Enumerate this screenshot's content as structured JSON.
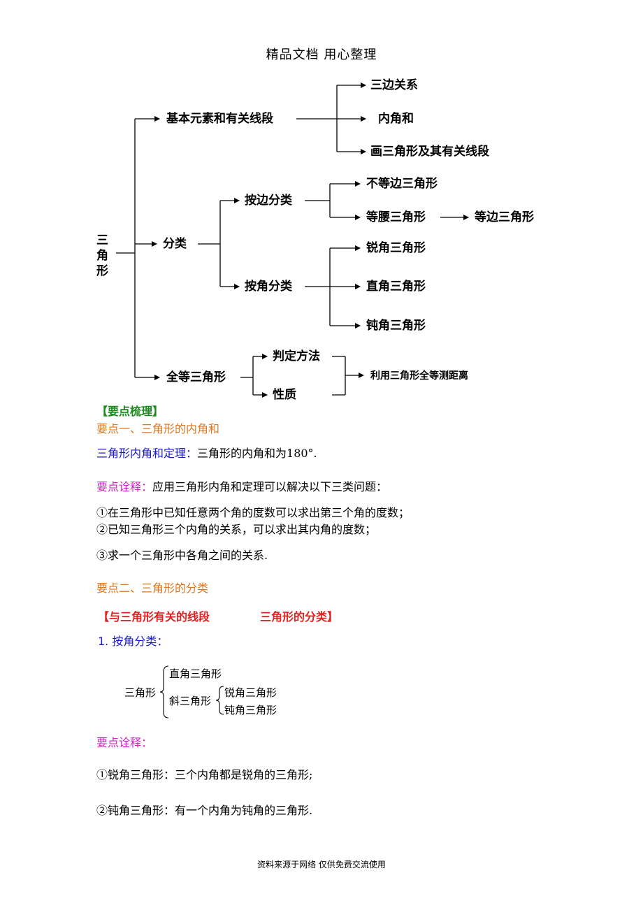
{
  "header": "精品文档 用心整理",
  "footer": "资料来源于网络 仅供免费交流使用",
  "tree": {
    "root": "三角形",
    "basic": "基本元素和有关线段",
    "basic_children": [
      "三边关系",
      "内角和",
      "画三角形及其有关线段"
    ],
    "classify": "分类",
    "by_side": "按边分类",
    "by_side_children": [
      "不等边三角形",
      "等腰三角形"
    ],
    "equilateral": "等边三角形",
    "by_angle": "按角分类",
    "by_angle_children": [
      "锐角三角形",
      "直角三角形",
      "钝角三角形"
    ],
    "congruent": "全等三角形",
    "congruent_children": [
      "判定方法",
      "性质"
    ],
    "application": "利用三角形全等测距离"
  },
  "sections": {
    "summary_heading": "【要点梳理】",
    "point1_heading": "要点一、三角形的内角和",
    "theorem_label": "三角形内角和定理：",
    "theorem_text": "三角形的内角和为180°.",
    "explain_label": "要点诠释：",
    "explain_text": "应用三角形内角和定理可以解决以下三类问题：",
    "items": [
      "①在三角形中已知任意两个角的度数可以求出第三个角的度数；",
      "②已知三角形三个内角的关系，可以求出其内角的度数；",
      "③求一个三角形中各角之间的关系."
    ],
    "point2_heading": "要点二、三角形的分类",
    "link_line_left": "【与三角形有关的线段",
    "link_line_right": "三角形的分类】",
    "by_angle_heading": "1. 按角分类：",
    "brace": {
      "root": "三角形",
      "right": "直角三角形",
      "oblique": "斜三角形",
      "acute": "锐角三角形",
      "obtuse": "钝角三角形"
    },
    "explain2_label": "要点诠释：",
    "explain2_items": [
      "①锐角三角形：三个内角都是锐角的三角形;",
      "②钝角三角形：有一个内角为钝角的三角形."
    ]
  }
}
